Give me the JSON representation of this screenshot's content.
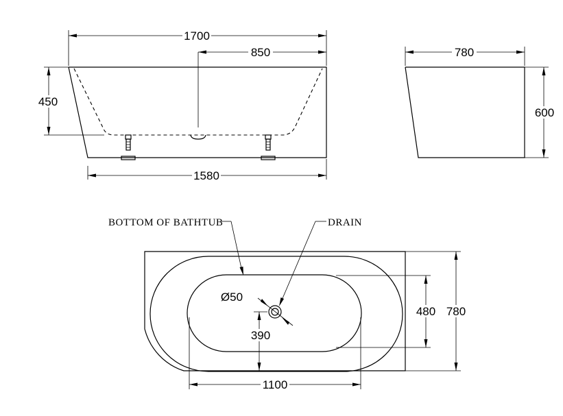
{
  "dimensions": {
    "overall_length": "1700",
    "drain_offset": "850",
    "side_height": "450",
    "base_length": "1580",
    "side_width": "780",
    "side_total_height": "600",
    "drain_diameter": "Ø50",
    "drain_position": "390",
    "inner_width": "480",
    "outer_width": "780",
    "inner_length": "1100"
  },
  "labels": {
    "bottom": "BOTTOM OF BATHTUB",
    "drain": "DRAIN"
  }
}
